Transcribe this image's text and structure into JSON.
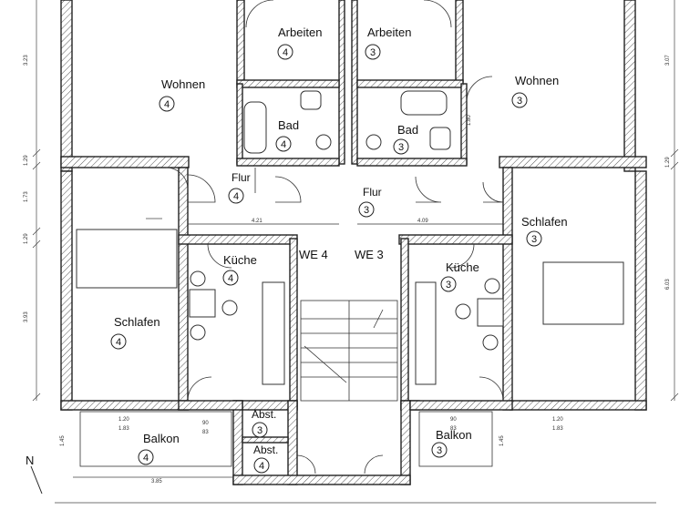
{
  "rooms": {
    "arbeiten_4": {
      "label": "Arbeiten",
      "unit": "4"
    },
    "arbeiten_3": {
      "label": "Arbeiten",
      "unit": "3"
    },
    "wohnen_4": {
      "label": "Wohnen",
      "unit": "4"
    },
    "wohnen_3": {
      "label": "Wohnen",
      "unit": "3"
    },
    "bad_4": {
      "label": "Bad",
      "unit": "4"
    },
    "bad_3": {
      "label": "Bad",
      "unit": "3"
    },
    "flur_4": {
      "label": "Flur",
      "unit": "4"
    },
    "flur_3": {
      "label": "Flur",
      "unit": "3"
    },
    "kueche_4": {
      "label": "Küche",
      "unit": "4"
    },
    "kueche_3": {
      "label": "Küche",
      "unit": "3"
    },
    "schlafen_4": {
      "label": "Schlafen",
      "unit": "4"
    },
    "schlafen_3": {
      "label": "Schlafen",
      "unit": "3"
    },
    "balkon_4": {
      "label": "Balkon",
      "unit": "4"
    },
    "balkon_3": {
      "label": "Balkon",
      "unit": "3"
    },
    "abst_3": {
      "label": "Abst.",
      "unit": "3"
    },
    "abst_4": {
      "label": "Abst.",
      "unit": "4"
    }
  },
  "stair": {
    "we4": "WE 4",
    "we3": "WE 3"
  },
  "north_label": "N",
  "dimensions": {
    "left_1": "3.23",
    "left_2": "1.29",
    "left_3": "1.73",
    "left_4": "1.29",
    "left_5": "3.93",
    "left_6": "1.45",
    "right_1": "3.07",
    "right_2": "1.29",
    "right_3": "6.03",
    "right_4": "1.45",
    "flur_4": "4.21",
    "flur_3": "4.09",
    "bad_3": "1.80",
    "win_l_top": "1.20",
    "win_l_bot": "1.83",
    "win_r_top": "1.20",
    "win_r_bot": "1.83",
    "abst_top": "90",
    "abst_bot": "83",
    "balkon_r_top": "90",
    "balkon_r_bot": "83",
    "bottom_l": "3.85"
  },
  "colors": {
    "line": "#222222",
    "paper": "#ffffff"
  }
}
